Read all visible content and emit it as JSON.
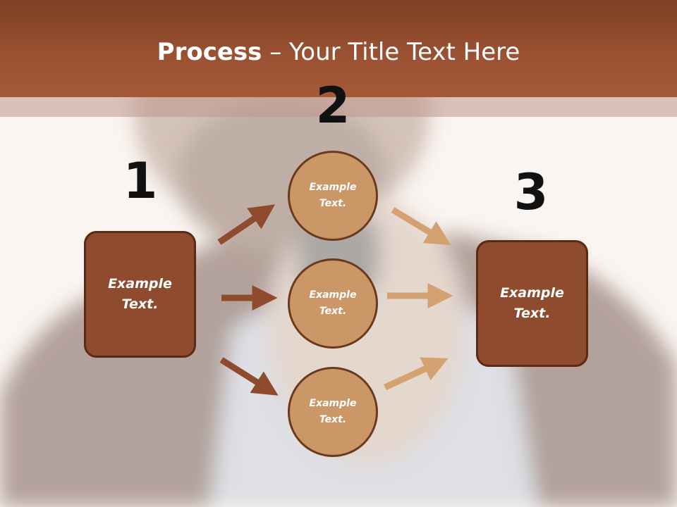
{
  "title": {
    "bold": "Process",
    "separator": " – ",
    "rest": "Your Title Text Here"
  },
  "steps": {
    "one": "1",
    "two": "2",
    "three": "3"
  },
  "left_box": {
    "text": "Example Text."
  },
  "right_box": {
    "text": "Example Text."
  },
  "circles": [
    {
      "text": "Example Text."
    },
    {
      "text": "Example Text."
    },
    {
      "text": "Example Text."
    }
  ],
  "colors": {
    "header": "#9a5132",
    "box": "#8e4b2e",
    "circle": "#cc9766",
    "arrow_dark": "#8e4b2e",
    "arrow_light": "#d4a171"
  }
}
